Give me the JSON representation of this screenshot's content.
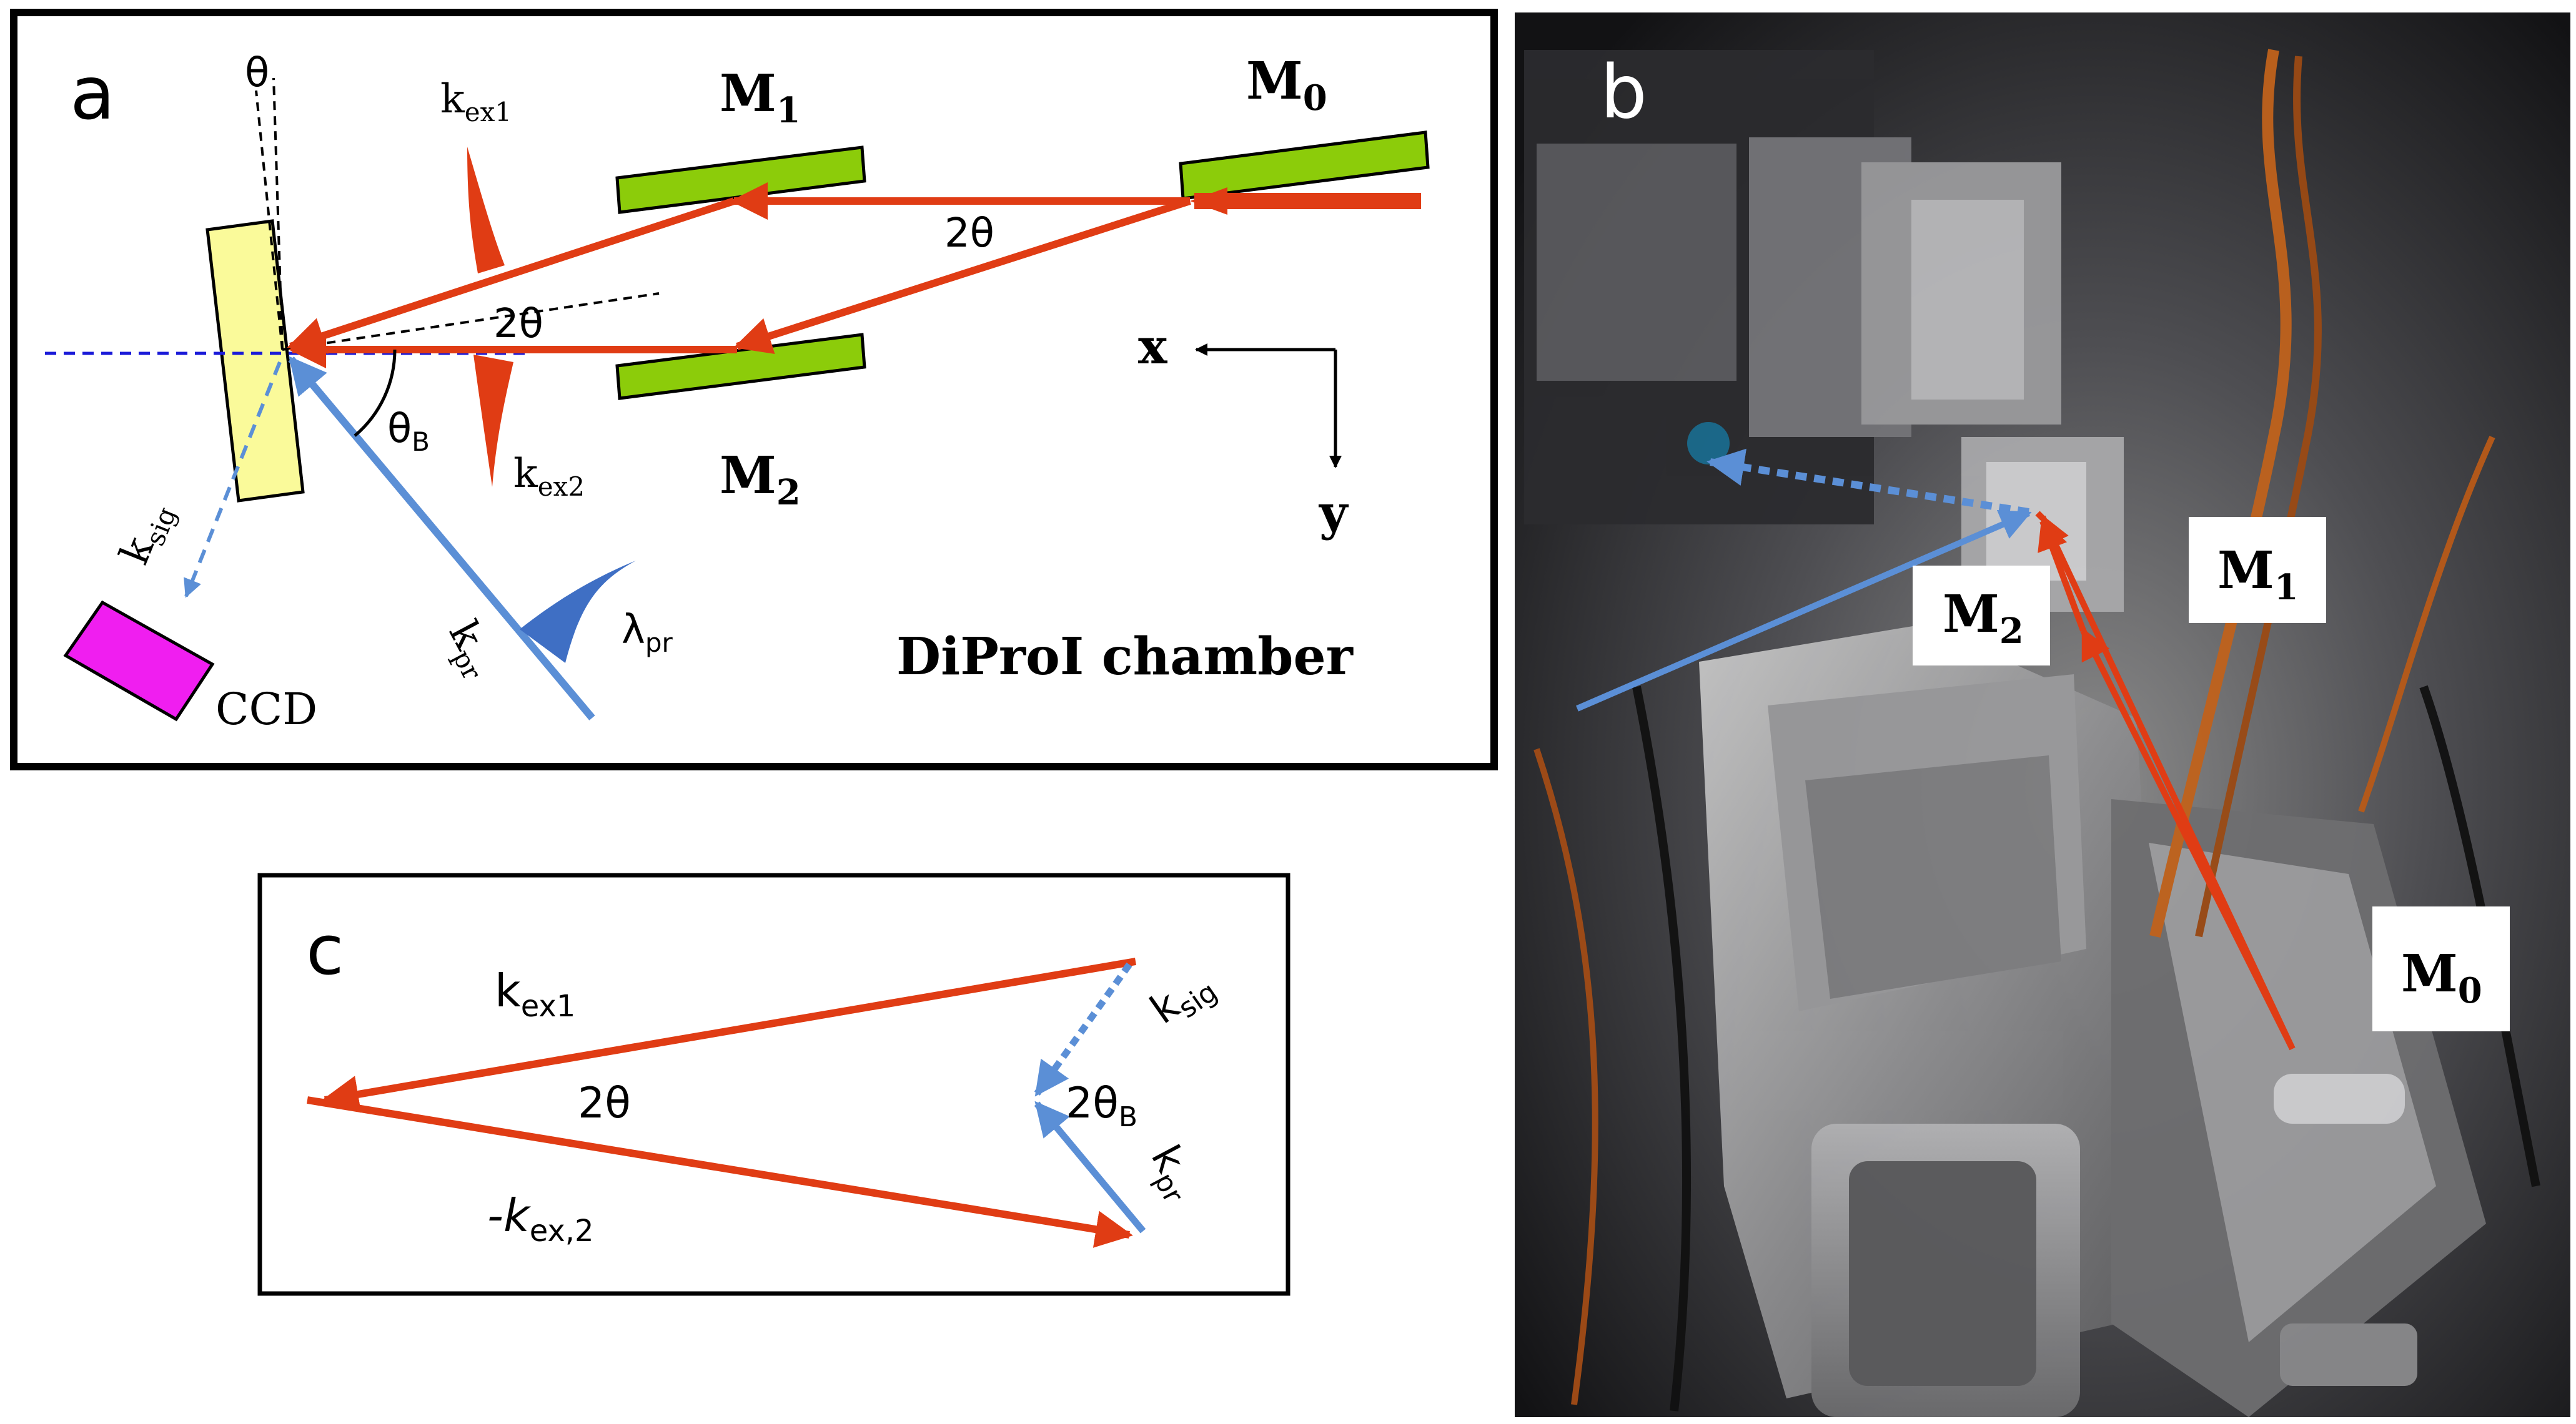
{
  "panel_a": {
    "panel_letter": "a",
    "theta": "θ",
    "two_theta": "2θ",
    "theta_b_main": "θ",
    "theta_b_sub": "B",
    "kex1_main": "k",
    "kex1_sub": "ex1",
    "kex2_main": "k",
    "kex2_sub": "ex2",
    "m0_main": "M",
    "m0_sub": "0",
    "m1_main": "M",
    "m1_sub": "1",
    "m2_main": "M",
    "m2_sub": "2",
    "x_axis": "x",
    "y_axis": "y",
    "ksig_main": "k",
    "ksig_sub": "sig",
    "kpr_main": "k",
    "kpr_sub": "pr",
    "lambda_main": "λ",
    "lambda_sub": "pr",
    "ccd": "CCD",
    "chamber": "DiProI chamber"
  },
  "panel_b": {
    "panel_letter": "b",
    "m0_main": "M",
    "m0_sub": "0",
    "m1_main": "M",
    "m1_sub": "1",
    "m2_main": "M",
    "m2_sub": "2"
  },
  "panel_c": {
    "panel_letter": "c",
    "kex1_main": "k",
    "kex1_sub": "ex1",
    "kex2_main": "-k",
    "kex2_sub": "ex,2",
    "ksig_main": "k",
    "ksig_sub": "sig",
    "kpr_main": "k",
    "kpr_sub": "pr",
    "two_theta": "2θ",
    "two_theta_b_main": "2θ",
    "two_theta_b_sub": "B"
  },
  "colors": {
    "beam_red": "#e03c14",
    "beam_blue": "#5b8fd6",
    "mirror_green": "#8ccc0a",
    "sample_yellow": "#fafa9a",
    "ccd_magenta": "#f01ef0"
  }
}
